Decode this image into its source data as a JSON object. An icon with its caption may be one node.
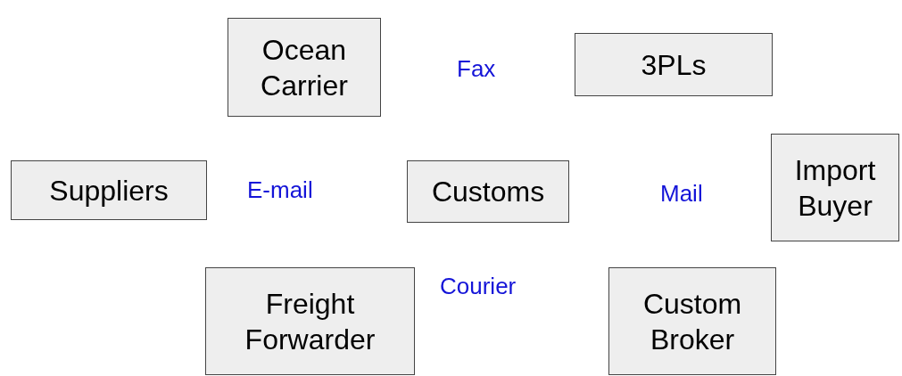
{
  "diagram": {
    "nodes": [
      {
        "text": [
          "Ocean Carrier"
        ]
      },
      {
        "text": [
          "3PLs"
        ]
      },
      {
        "text": [
          "Suppliers"
        ]
      },
      {
        "text": [
          "Customs"
        ]
      },
      {
        "text": [
          "Import Buyer"
        ]
      },
      {
        "text": [
          "Freight Forwarder"
        ]
      },
      {
        "text": [
          "Custom Broker"
        ]
      }
    ],
    "labels": [
      "Fax",
      "E-mail",
      "Mail",
      "Courier"
    ]
  }
}
